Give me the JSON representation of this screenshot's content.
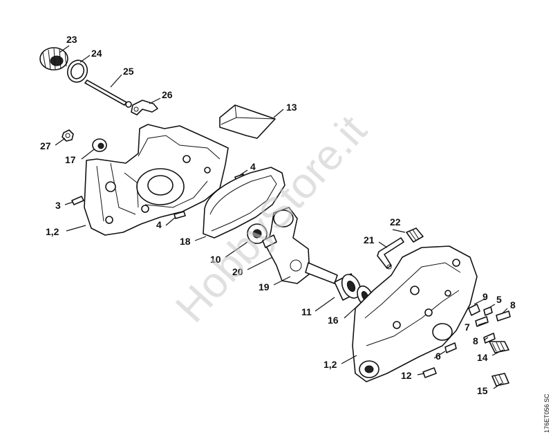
{
  "diagram": {
    "part_labels": [
      {
        "id": "p23",
        "text": "23"
      },
      {
        "id": "p24",
        "text": "24"
      },
      {
        "id": "p25",
        "text": "25"
      },
      {
        "id": "p26",
        "text": "26"
      },
      {
        "id": "p13",
        "text": "13"
      },
      {
        "id": "p27",
        "text": "27"
      },
      {
        "id": "p17",
        "text": "17"
      },
      {
        "id": "p4a",
        "text": "4"
      },
      {
        "id": "p3",
        "text": "3"
      },
      {
        "id": "p12a",
        "text": "1,2"
      },
      {
        "id": "p4b",
        "text": "4"
      },
      {
        "id": "p18",
        "text": "18"
      },
      {
        "id": "p10",
        "text": "10"
      },
      {
        "id": "p20",
        "text": "20"
      },
      {
        "id": "p19",
        "text": "19"
      },
      {
        "id": "p22",
        "text": "22"
      },
      {
        "id": "p21",
        "text": "21"
      },
      {
        "id": "p11",
        "text": "11"
      },
      {
        "id": "p16",
        "text": "16"
      },
      {
        "id": "p9",
        "text": "9"
      },
      {
        "id": "p5",
        "text": "5"
      },
      {
        "id": "p8a",
        "text": "8"
      },
      {
        "id": "p7",
        "text": "7"
      },
      {
        "id": "p8b",
        "text": "8"
      },
      {
        "id": "p14",
        "text": "14"
      },
      {
        "id": "p6",
        "text": "6"
      },
      {
        "id": "p12b",
        "text": "1,2"
      },
      {
        "id": "p12",
        "text": "12"
      },
      {
        "id": "p15",
        "text": "15"
      }
    ],
    "drawing_code": "176ET056 SC",
    "watermark": "HobbyStore.it"
  }
}
